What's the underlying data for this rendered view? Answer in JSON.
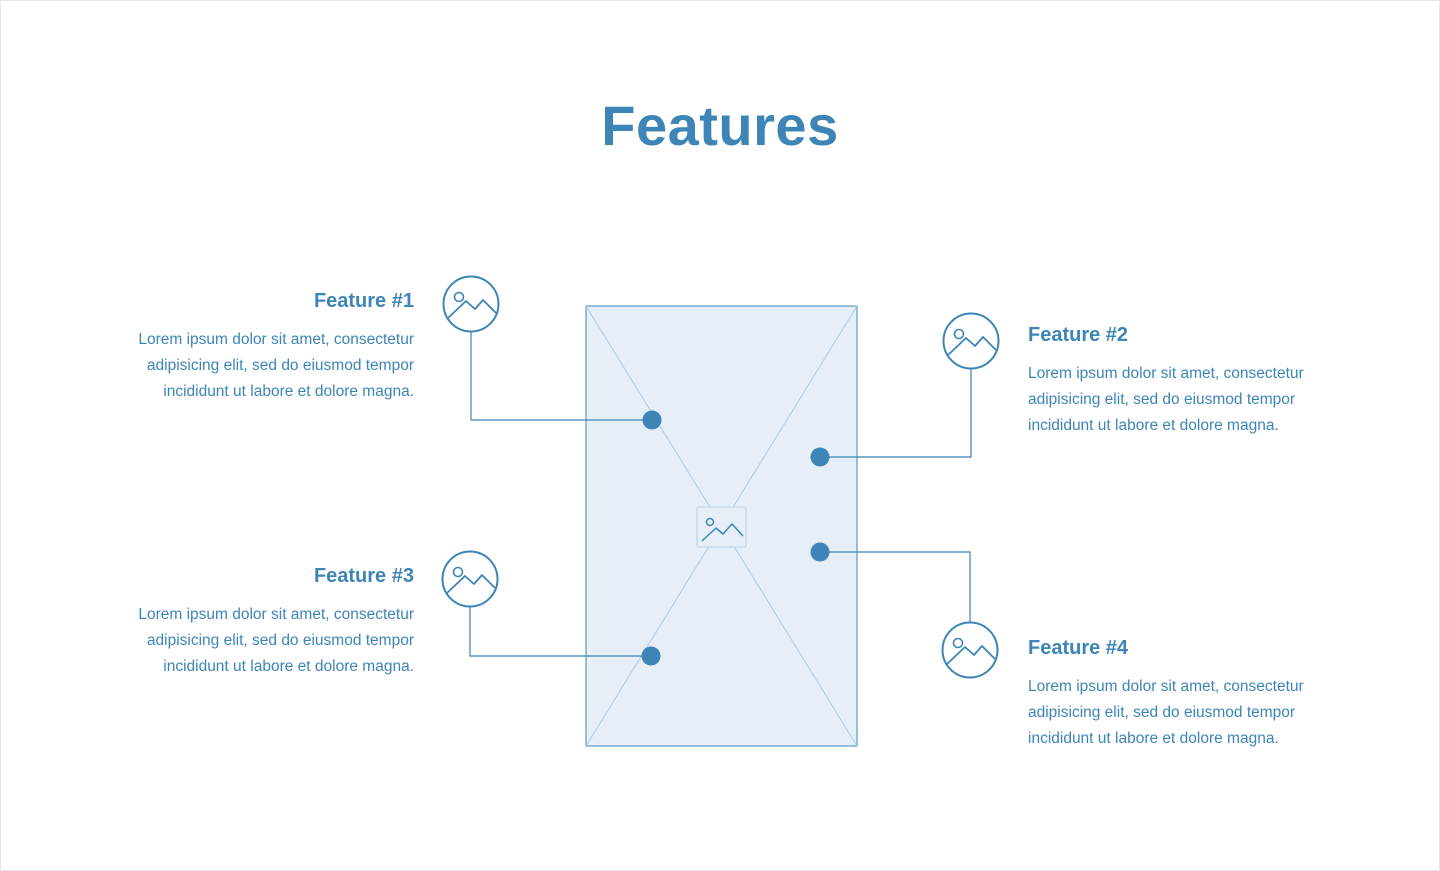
{
  "title": "Features",
  "features": [
    {
      "title": "Feature #1",
      "text": "Lorem ipsum dolor sit amet, consectetur adipisicing elit, sed do eiusmod tempor incididunt ut labore et dolore magna."
    },
    {
      "title": "Feature #2",
      "text": "Lorem ipsum dolor sit amet, consectetur adipisicing elit, sed do eiusmod tempor incididunt ut labore et dolore magna."
    },
    {
      "title": "Feature #3",
      "text": "Lorem ipsum dolor sit amet, consectetur adipisicing elit, sed do eiusmod tempor incididunt ut labore et dolore magna."
    },
    {
      "title": "Feature #4",
      "text": "Lorem ipsum dolor sit amet, consectetur adipisicing elit, sed do eiusmod tempor incididunt ut labore et dolore magna."
    }
  ],
  "icons": {
    "feature": "image-icon",
    "placeholder": "image-placeholder-icon"
  },
  "colors": {
    "primary": "#3d85b6",
    "placeholder_fill": "#e6eef7",
    "placeholder_line": "#a9cce6"
  }
}
